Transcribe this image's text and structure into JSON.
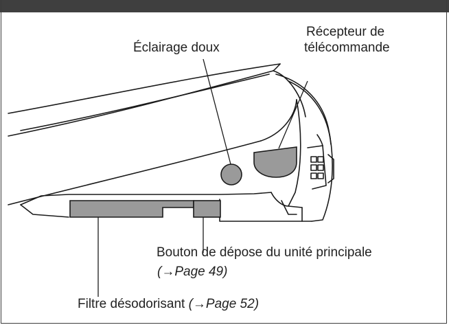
{
  "labels": {
    "soft_light": "Éclairage doux",
    "receiver_line1": "Récepteur de",
    "receiver_line2": "télécommande",
    "button_text": "Bouton de dépose du unité principale",
    "button_ref": "(→Page 49)",
    "filter_text": "Filtre désodorisant ",
    "filter_ref": "(→Page 52)"
  },
  "colors": {
    "header": "#3f3f3f",
    "highlight": "#9a9a9a",
    "outline": "#1a1a1a"
  }
}
